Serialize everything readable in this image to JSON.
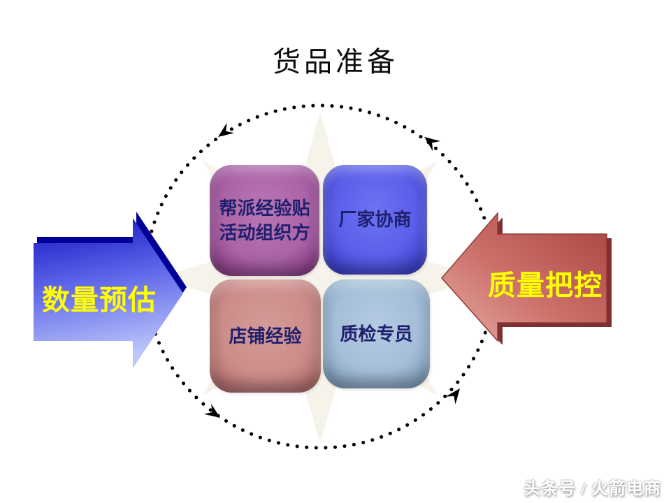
{
  "title": "货品准备",
  "diagram": {
    "boxes": [
      {
        "id": "top-left",
        "lines": [
          "帮派经验贴",
          "活动组织方"
        ],
        "color": "#a55fa3"
      },
      {
        "id": "top-right",
        "lines": [
          "厂家协商"
        ],
        "color": "#5a5eea"
      },
      {
        "id": "bottom-left",
        "lines": [
          "店铺经验"
        ],
        "color": "#cc8d8a"
      },
      {
        "id": "bottom-right",
        "lines": [
          "质检专员"
        ],
        "color": "#a5bfd8"
      }
    ],
    "left_arrow": {
      "label": "数量预估",
      "direction": "right",
      "color": "#2a2ad4",
      "shadow_color": "#000099",
      "text_color": "#ffff00"
    },
    "right_arrow": {
      "label": "质量把控",
      "direction": "left",
      "color": "#bb5551",
      "shadow_color": "#7e2f2f",
      "text_color": "#ffff00"
    },
    "cycle": {
      "style": "dotted",
      "color": "#000000",
      "direction": "counterclockwise",
      "arrowhead_count": 4
    },
    "background_star_color": "#f6f3ea"
  },
  "watermark": "头条号 / 火箭电商"
}
